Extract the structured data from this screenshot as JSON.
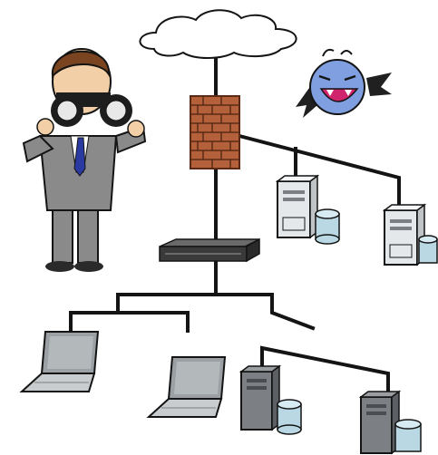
{
  "diagram": {
    "kind": "network-security-illustration",
    "colors": {
      "wire": "#141414",
      "cloud_fill": "#ffffff",
      "brick": "#b4603a",
      "brick_mortar": "#5a2a14",
      "switch": "#3a3a3a",
      "server_light": "#e4e8ea",
      "server_dark": "#7c7f83",
      "database": "#b9d8e4",
      "laptop_screen": "#9aa0a4",
      "suit": "#8a8a8a",
      "hair": "#7a4420",
      "skin": "#f2cfa6",
      "tie": "#2a3aa0",
      "devil": "#7f9fe0",
      "devil_mouth": "#d0246c",
      "devil_wing": "#202020"
    },
    "nodes": [
      {
        "id": "internet-cloud",
        "icon": "cloud-icon"
      },
      {
        "id": "firewall",
        "icon": "brick-wall-icon"
      },
      {
        "id": "network-switch",
        "icon": "switch-icon"
      },
      {
        "id": "dmz-server-1",
        "icon": "server-icon"
      },
      {
        "id": "dmz-server-2",
        "icon": "server-icon"
      },
      {
        "id": "laptop-1",
        "icon": "laptop-icon"
      },
      {
        "id": "laptop-2",
        "icon": "laptop-icon"
      },
      {
        "id": "lan-server-1",
        "icon": "server-icon"
      },
      {
        "id": "lan-server-2",
        "icon": "server-icon"
      }
    ],
    "actors": [
      {
        "id": "watcher",
        "icon": "businessman-binoculars-icon"
      },
      {
        "id": "attacker",
        "icon": "devil-icon"
      }
    ]
  }
}
